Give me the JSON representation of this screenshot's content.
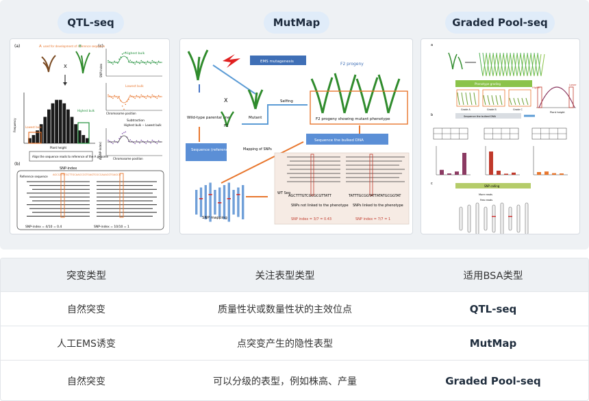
{
  "methods": [
    {
      "title": "QTL-seq"
    },
    {
      "title": "MutMap"
    },
    {
      "title": "Graded Pool-seq"
    }
  ],
  "qtl_figure": {
    "panel_a": "(a)",
    "panel_b": "(b)",
    "panel_c": "(c)",
    "parent_a_label": "A",
    "parent_b_label": "B",
    "parent_a_note": "used for development of reference sequence",
    "cross_symbol": "X",
    "ylabel": "Frequency",
    "xlabel": "Plant height",
    "lowest_bulk": "Lowest bulk",
    "highest_bulk": "Highest bulk",
    "align_note": "Align the sequence reads to reference of the A genome",
    "highest_bulk_track": "Highest bulk",
    "lowest_bulk_track": "Lowest bulk",
    "chrom_position": "Chromosome position",
    "subtraction": "Subtraction",
    "subtraction_formula": "Highest bulk − Lowest bulk",
    "snp_index_axis": "SNP-index",
    "delta_axis": "Δ(SNP-index)",
    "snp_index_heading": "SNP-index",
    "reference_label": "Reference sequence",
    "reference_seq": "AGCCATTTGCTTGCAACCCGTGAGTCGCCAAACGTGAGCG",
    "left_index": "SNP-index = 4/10 = 0.4",
    "right_index": "SNP-index = 10/10 = 1"
  },
  "mutmap_figure": {
    "ems": "EMS mutagenesis",
    "wild_type": "Wild-type parental line",
    "cross_symbol": "X",
    "f1": "F1",
    "mutant": "Mutant",
    "selfing": "Selfing",
    "f2_progeny": "F2 progeny",
    "f2_mutant": "F2 progeny showing mutant phenotype",
    "sequence_reference": "Sequence (reference)",
    "mapping_of_snps": "Mapping of SNPs",
    "sequence_bulked": "Sequence the bulked DNA",
    "snp_mapping": "SNP mapping",
    "wt_seq": "WT Seq",
    "left_seq": "AGCTTTGTCGCGCGTTATT",
    "right_seq": "TATTTGCGGTATTATATGCGGTAT",
    "not_linked": "SNPs not linked to the phenotype",
    "linked": "SNPs linked to the phenotype",
    "left_index": "SNP index = 3/7 = 0.43",
    "right_index": "SNP index = 7/7 = 1"
  },
  "graded_figure": {
    "panel_a": "a",
    "panel_b": "b",
    "panel_c": "c",
    "grade_a": "Grade A",
    "grade_b": "Grade B",
    "grade_c": "Grade C",
    "grading_note": "Phenotype grading",
    "sequence_bulked": "Sequence the bulked DNA",
    "higher": "Higher",
    "lower": "Lower",
    "x_axis": "Plant height",
    "snp_calling": "SNP calling",
    "more_reads": "More reads",
    "few_reads": "Few reads",
    "grade_bar_labels": [
      "Grade A",
      "Grade B",
      "Grade C"
    ],
    "left_bars": [
      0.18,
      0.05,
      0.12,
      0.8
    ],
    "mid_bars": [
      0.85,
      0.15,
      0.04,
      0.08
    ],
    "right_bars": [
      0.1,
      0.12,
      0.06,
      0.05
    ]
  },
  "table": {
    "headers": [
      "突变类型",
      "关注表型类型",
      "适用BSA类型"
    ],
    "rows": [
      [
        "自然突变",
        "质量性状或数量性状的主效位点",
        "QTL-seq"
      ],
      [
        "人工EMS诱变",
        "点突变产生的隐性表型",
        "MutMap"
      ],
      [
        "自然突变",
        "可以分级的表型，例如株高、产量",
        "Graded Pool-seq"
      ]
    ]
  }
}
